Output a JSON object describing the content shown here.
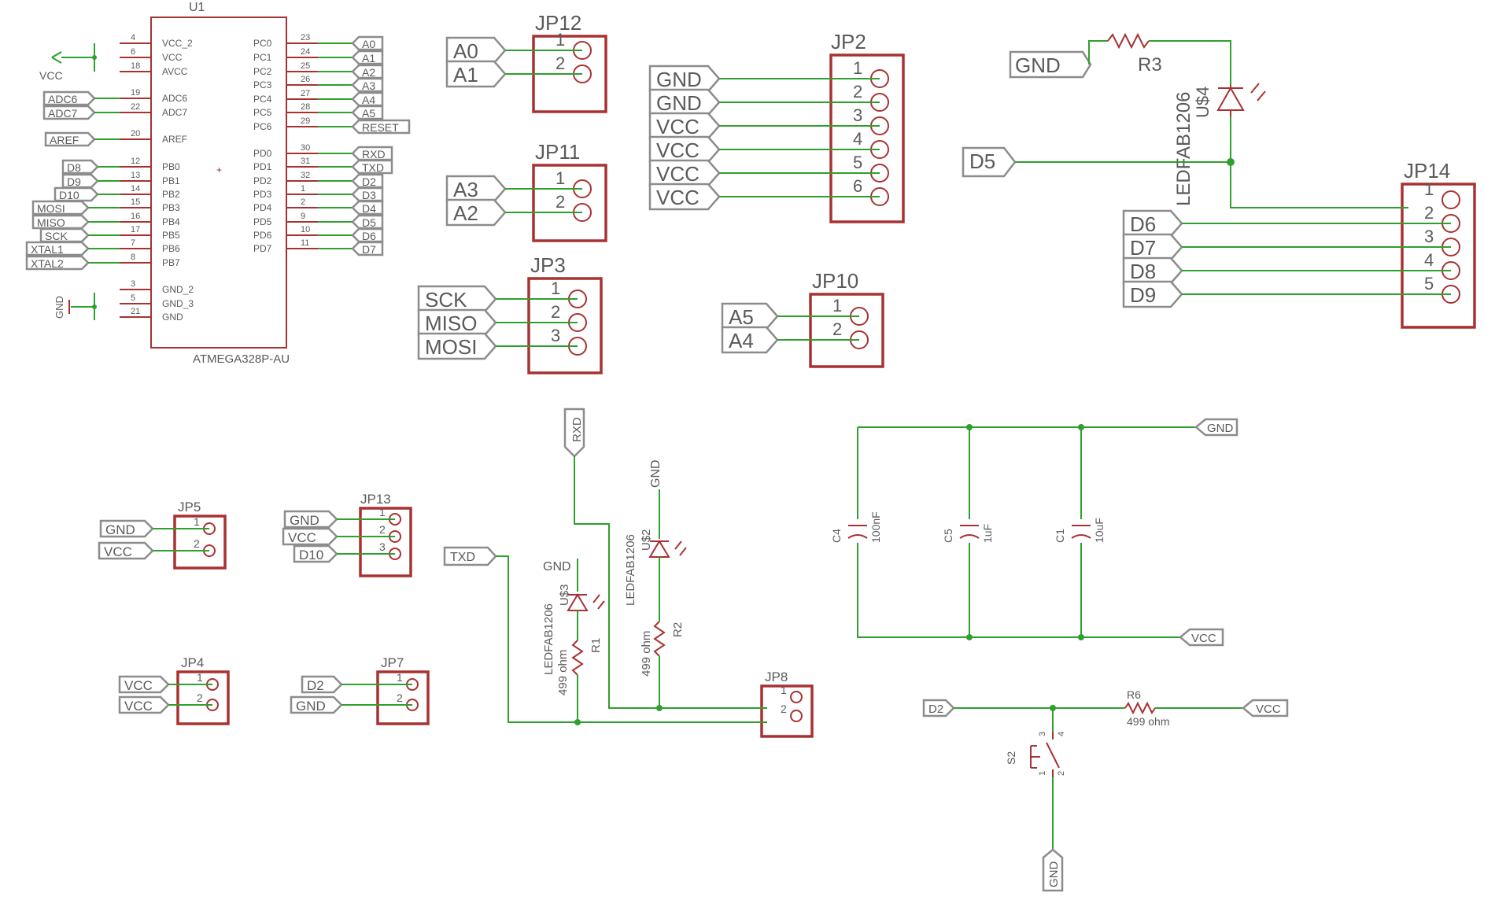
{
  "u1": {
    "ref": "U1",
    "part": "ATMEGA328P-AU",
    "left_pins": [
      {
        "num": "4",
        "name": "VCC_2"
      },
      {
        "num": "6",
        "name": "VCC"
      },
      {
        "num": "18",
        "name": "AVCC"
      },
      {
        "num": "19",
        "name": "ADC6"
      },
      {
        "num": "22",
        "name": "ADC7"
      },
      {
        "num": "20",
        "name": "AREF"
      },
      {
        "num": "12",
        "name": "PB0"
      },
      {
        "num": "13",
        "name": "PB1"
      },
      {
        "num": "14",
        "name": "PB2"
      },
      {
        "num": "15",
        "name": "PB3"
      },
      {
        "num": "16",
        "name": "PB4"
      },
      {
        "num": "17",
        "name": "PB5"
      },
      {
        "num": "7",
        "name": "PB6"
      },
      {
        "num": "8",
        "name": "PB7"
      },
      {
        "num": "3",
        "name": "GND_2"
      },
      {
        "num": "5",
        "name": "GND_3"
      },
      {
        "num": "21",
        "name": "GND"
      }
    ],
    "right_pins": [
      {
        "num": "23",
        "name": "PC0"
      },
      {
        "num": "24",
        "name": "PC1"
      },
      {
        "num": "25",
        "name": "PC2"
      },
      {
        "num": "26",
        "name": "PC3"
      },
      {
        "num": "27",
        "name": "PC4"
      },
      {
        "num": "28",
        "name": "PC5"
      },
      {
        "num": "29",
        "name": "PC6"
      },
      {
        "num": "30",
        "name": "PD0"
      },
      {
        "num": "31",
        "name": "PD1"
      },
      {
        "num": "32",
        "name": "PD2"
      },
      {
        "num": "1",
        "name": "PD3"
      },
      {
        "num": "2",
        "name": "PD4"
      },
      {
        "num": "9",
        "name": "PD5"
      },
      {
        "num": "10",
        "name": "PD6"
      },
      {
        "num": "11",
        "name": "PD7"
      }
    ],
    "left_tags": [
      "ADC6",
      "ADC7",
      "AREF",
      "D8",
      "D9",
      "D10",
      "MOSI",
      "MISO",
      "SCK",
      "XTAL1",
      "XTAL2"
    ],
    "right_tags": [
      "A0",
      "A1",
      "A2",
      "A3",
      "A4",
      "A5",
      "RESET",
      "RXD",
      "TXD",
      "D2",
      "D3",
      "D4",
      "D5",
      "D6",
      "D7"
    ],
    "vcc_symbol": "VCC",
    "gnd_symbol": "GND"
  },
  "headers_large": [
    {
      "ref": "JP12",
      "pins": [
        "1",
        "2"
      ],
      "nets": [
        "A0",
        "A1"
      ]
    },
    {
      "ref": "JP11",
      "pins": [
        "1",
        "2"
      ],
      "nets": [
        "A3",
        "A2"
      ]
    },
    {
      "ref": "JP3",
      "pins": [
        "1",
        "2",
        "3"
      ],
      "nets": [
        "SCK",
        "MISO",
        "MOSI"
      ]
    },
    {
      "ref": "JP10",
      "pins": [
        "1",
        "2"
      ],
      "nets": [
        "A5",
        "A4"
      ]
    },
    {
      "ref": "JP2",
      "pins": [
        "1",
        "2",
        "3",
        "4",
        "5",
        "6"
      ],
      "nets": [
        "GND",
        "GND",
        "VCC",
        "VCC",
        "VCC",
        "VCC"
      ]
    },
    {
      "ref": "JP14",
      "pins": [
        "1",
        "2",
        "3",
        "4",
        "5"
      ],
      "nets": [
        "D6",
        "D7",
        "D8",
        "D9"
      ]
    }
  ],
  "headers_small": [
    {
      "ref": "JP5",
      "pins": [
        "1",
        "2"
      ],
      "nets": [
        "GND",
        "VCC"
      ]
    },
    {
      "ref": "JP13",
      "pins": [
        "1",
        "2",
        "3"
      ],
      "nets": [
        "GND",
        "VCC",
        "D10"
      ]
    },
    {
      "ref": "JP4",
      "pins": [
        "1",
        "2"
      ],
      "nets": [
        "VCC",
        "VCC"
      ]
    },
    {
      "ref": "JP7",
      "pins": [
        "1",
        "2"
      ],
      "nets": [
        "D2",
        "GND"
      ]
    },
    {
      "ref": "JP8",
      "pins": [
        "1",
        "2"
      ]
    }
  ],
  "led_top": {
    "ref": "R3",
    "led": "LEDFAB1206",
    "led_ref": "U$4",
    "gnd": "GND",
    "net": "D5"
  },
  "led_mid": {
    "rxd": "RXD",
    "txd": "TXD",
    "gnd": "GND",
    "u2": {
      "name": "LEDFAB1206",
      "ref": "U$2"
    },
    "u3": {
      "name": "LEDFAB1206",
      "ref": "U$3"
    },
    "r1": {
      "ref": "R1",
      "value": "499 ohm"
    },
    "r2": {
      "ref": "R2",
      "value": "499 ohm"
    }
  },
  "caps": {
    "gnd": "GND",
    "vcc": "VCC",
    "items": [
      {
        "ref": "C4",
        "value": "100nF"
      },
      {
        "ref": "C5",
        "value": "1uF"
      },
      {
        "ref": "C1",
        "value": "10uF"
      }
    ]
  },
  "button": {
    "d2": "D2",
    "vcc": "VCC",
    "gnd": "GND",
    "r6": {
      "ref": "R6",
      "value": "499 ohm"
    },
    "s2": {
      "ref": "S2",
      "pins": [
        "3",
        "4",
        "1",
        "2"
      ]
    }
  }
}
